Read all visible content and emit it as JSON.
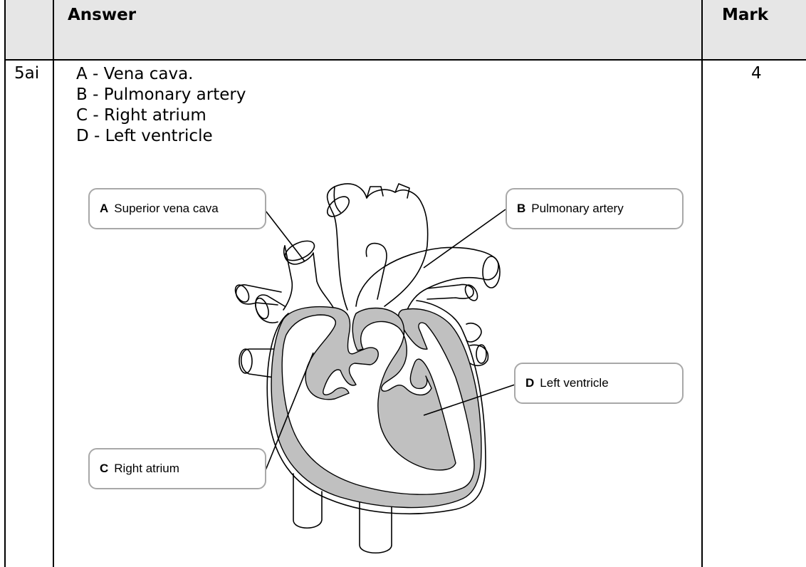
{
  "table": {
    "header_answer": "Answer",
    "header_mark": "Mark",
    "question": "5ai",
    "answers": [
      "A - Vena cava.",
      "B - Pulmonary artery",
      "C - Right atrium",
      "D - Left ventricle"
    ],
    "mark": "4"
  },
  "diagram": {
    "labels": {
      "a": {
        "letter": "A",
        "text": "Superior vena cava"
      },
      "b": {
        "letter": "B",
        "text": "Pulmonary artery"
      },
      "c": {
        "letter": "C",
        "text": "Right atrium"
      },
      "d": {
        "letter": "D",
        "text": "Left ventricle"
      }
    },
    "colors": {
      "wall": "#c0c0c0",
      "outline": "#000000",
      "box_border": "#a8a8a8"
    }
  }
}
